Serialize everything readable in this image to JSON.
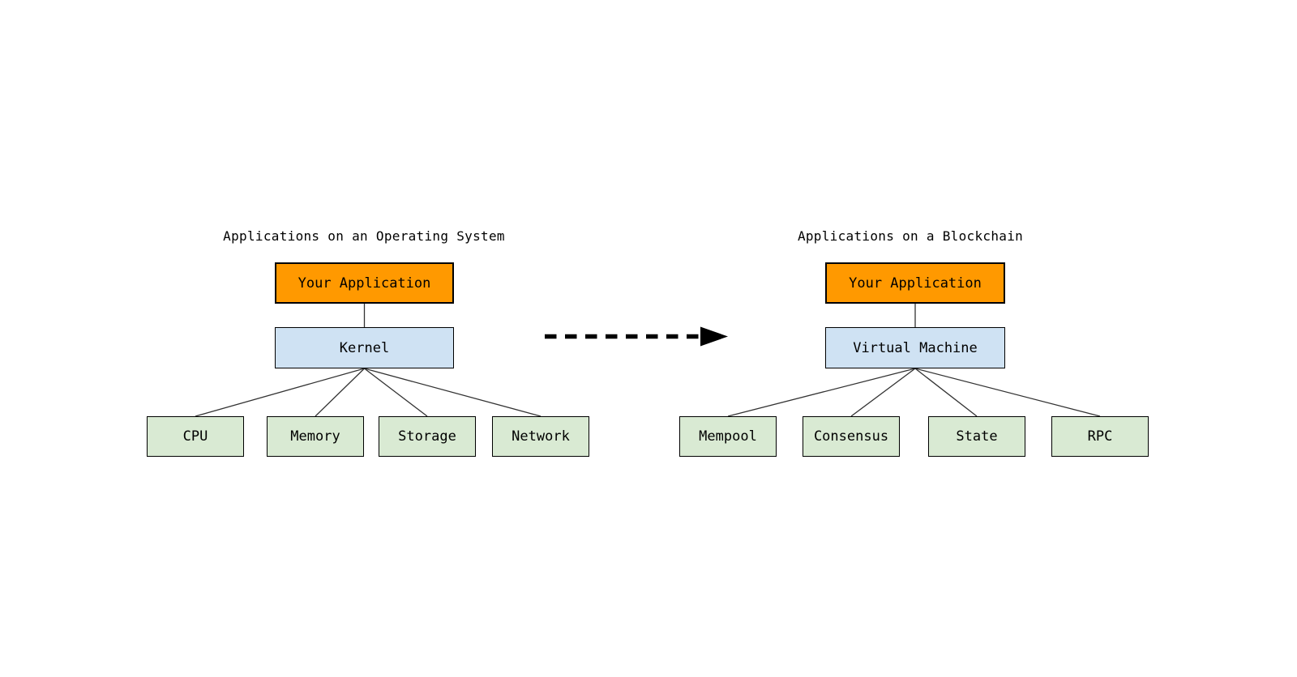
{
  "left": {
    "title": "Applications on an Operating System",
    "app_label": "Your Application",
    "middle_label": "Kernel",
    "children": [
      {
        "label": "CPU"
      },
      {
        "label": "Memory"
      },
      {
        "label": "Storage"
      },
      {
        "label": "Network"
      }
    ]
  },
  "right": {
    "title": "Applications on a Blockchain",
    "app_label": "Your Application",
    "middle_label": "Virtual Machine",
    "children": [
      {
        "label": "Mempool"
      },
      {
        "label": "Consensus"
      },
      {
        "label": "State"
      },
      {
        "label": "RPC"
      }
    ]
  },
  "icons": {
    "transition_arrow": "dashed-arrow-right"
  },
  "colors": {
    "app_fill": "#ff9900",
    "middle_fill": "#cfe2f3",
    "child_fill": "#d9ead3",
    "box_border": "#000000",
    "connector": "#333333",
    "arrow": "#000000",
    "background": "#ffffff",
    "text": "#000000"
  }
}
